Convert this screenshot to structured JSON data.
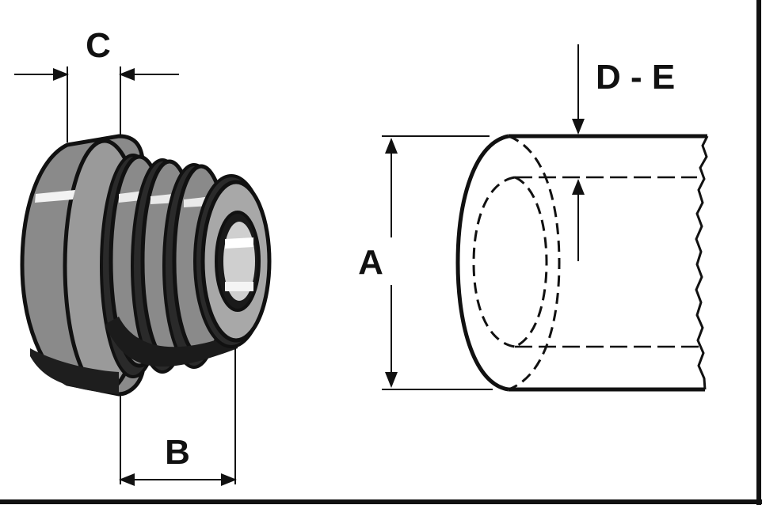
{
  "labels": {
    "c": "C",
    "b": "B",
    "a": "A",
    "de": "D - E"
  },
  "colors": {
    "ink": "#111111",
    "rubber_mid": "#8a8a8a",
    "rubber_light": "#bdbdbd",
    "rubber_dark": "#2a2a2a",
    "paper": "#ffffff"
  }
}
